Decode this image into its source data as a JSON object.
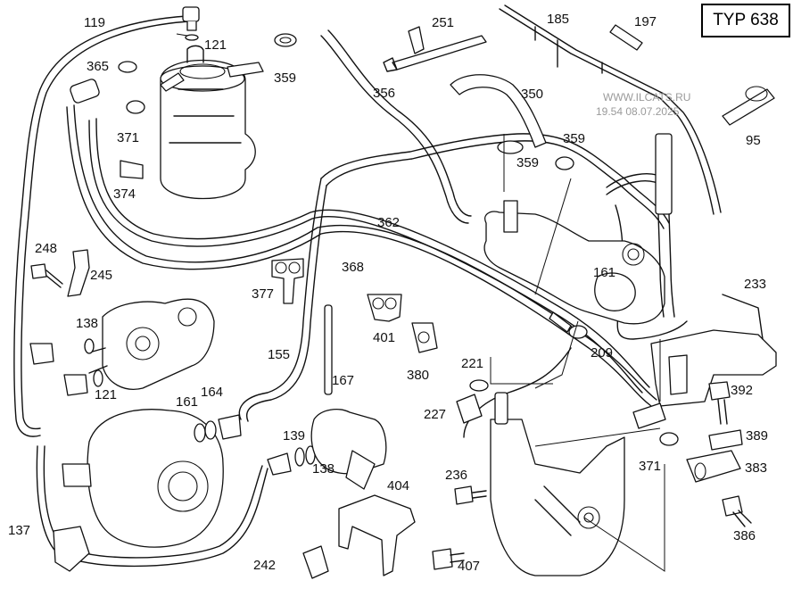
{
  "header": {
    "typ_label": "TYP 638"
  },
  "watermark": {
    "site": "WWW.ILCATS.RU",
    "timestamp": "19.54 08.07.2025"
  },
  "labels": [
    {
      "id": "119",
      "text": "119"
    },
    {
      "id": "121a",
      "text": "121"
    },
    {
      "id": "365",
      "text": "365"
    },
    {
      "id": "359a",
      "text": "359"
    },
    {
      "id": "371a",
      "text": "371"
    },
    {
      "id": "374",
      "text": "374"
    },
    {
      "id": "251",
      "text": "251"
    },
    {
      "id": "185",
      "text": "185"
    },
    {
      "id": "197",
      "text": "197"
    },
    {
      "id": "356",
      "text": "356"
    },
    {
      "id": "350",
      "text": "350"
    },
    {
      "id": "359b",
      "text": "359"
    },
    {
      "id": "359c",
      "text": "359"
    },
    {
      "id": "95",
      "text": "95"
    },
    {
      "id": "362",
      "text": "362"
    },
    {
      "id": "248",
      "text": "248"
    },
    {
      "id": "245",
      "text": "245"
    },
    {
      "id": "368",
      "text": "368"
    },
    {
      "id": "377",
      "text": "377"
    },
    {
      "id": "161a",
      "text": "161"
    },
    {
      "id": "233",
      "text": "233"
    },
    {
      "id": "138a",
      "text": "138"
    },
    {
      "id": "401",
      "text": "401"
    },
    {
      "id": "209",
      "text": "209"
    },
    {
      "id": "155",
      "text": "155"
    },
    {
      "id": "380",
      "text": "380"
    },
    {
      "id": "221",
      "text": "221"
    },
    {
      "id": "121b",
      "text": "121"
    },
    {
      "id": "161b",
      "text": "161"
    },
    {
      "id": "164",
      "text": "164"
    },
    {
      "id": "167",
      "text": "167"
    },
    {
      "id": "392",
      "text": "392"
    },
    {
      "id": "227",
      "text": "227"
    },
    {
      "id": "139",
      "text": "139"
    },
    {
      "id": "389",
      "text": "389"
    },
    {
      "id": "138b",
      "text": "138"
    },
    {
      "id": "371b",
      "text": "371"
    },
    {
      "id": "383",
      "text": "383"
    },
    {
      "id": "236",
      "text": "236"
    },
    {
      "id": "404",
      "text": "404"
    },
    {
      "id": "137",
      "text": "137"
    },
    {
      "id": "386",
      "text": "386"
    },
    {
      "id": "242",
      "text": "242"
    },
    {
      "id": "407",
      "text": "407"
    }
  ]
}
